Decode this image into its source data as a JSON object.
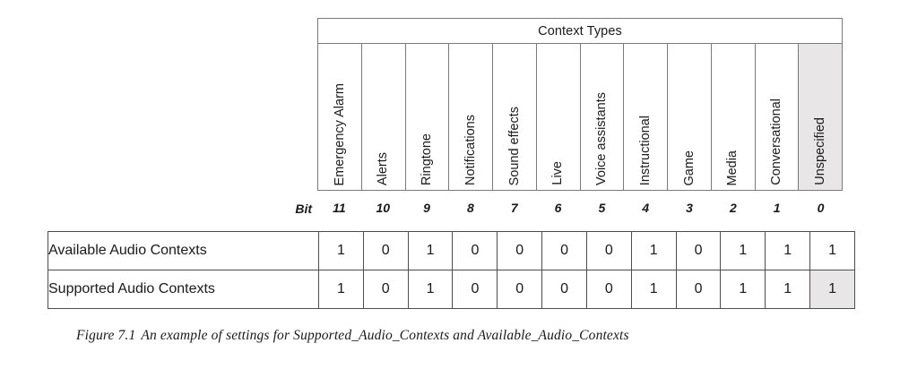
{
  "figure": {
    "caption_number": "Figure 7.1",
    "caption_text": "An example of settings for Supported_Audio_Contexts and Available_Audio_Contexts"
  },
  "table": {
    "header_title": "Context Types",
    "bit_label": "Bit",
    "columns": [
      {
        "label": "Emergency Alarm",
        "bit": "11",
        "shaded": false
      },
      {
        "label": "Alerts",
        "bit": "10",
        "shaded": false
      },
      {
        "label": "Ringtone",
        "bit": "9",
        "shaded": false
      },
      {
        "label": "Notifications",
        "bit": "8",
        "shaded": false
      },
      {
        "label": "Sound effects",
        "bit": "7",
        "shaded": false
      },
      {
        "label": "Live",
        "bit": "6",
        "shaded": false
      },
      {
        "label": "Voice assistants",
        "bit": "5",
        "shaded": false
      },
      {
        "label": "Instructional",
        "bit": "4",
        "shaded": false
      },
      {
        "label": "Game",
        "bit": "3",
        "shaded": false
      },
      {
        "label": "Media",
        "bit": "2",
        "shaded": false
      },
      {
        "label": "Conversational",
        "bit": "1",
        "shaded": false
      },
      {
        "label": "Unspecified",
        "bit": "0",
        "shaded": true
      }
    ],
    "rows": [
      {
        "name": "Available Audio Contexts",
        "values": [
          "1",
          "0",
          "1",
          "0",
          "0",
          "0",
          "0",
          "1",
          "0",
          "1",
          "1",
          "1"
        ],
        "shaded_indices": []
      },
      {
        "name": "Supported Audio Contexts",
        "values": [
          "1",
          "0",
          "1",
          "0",
          "0",
          "0",
          "0",
          "1",
          "0",
          "1",
          "1",
          "1"
        ],
        "shaded_indices": [
          11
        ]
      }
    ]
  },
  "colors": {
    "shade": "#e8e6e6",
    "border": "#4d4d4d",
    "header_border": "#7a7a7a",
    "text": "#1a1a1a"
  }
}
